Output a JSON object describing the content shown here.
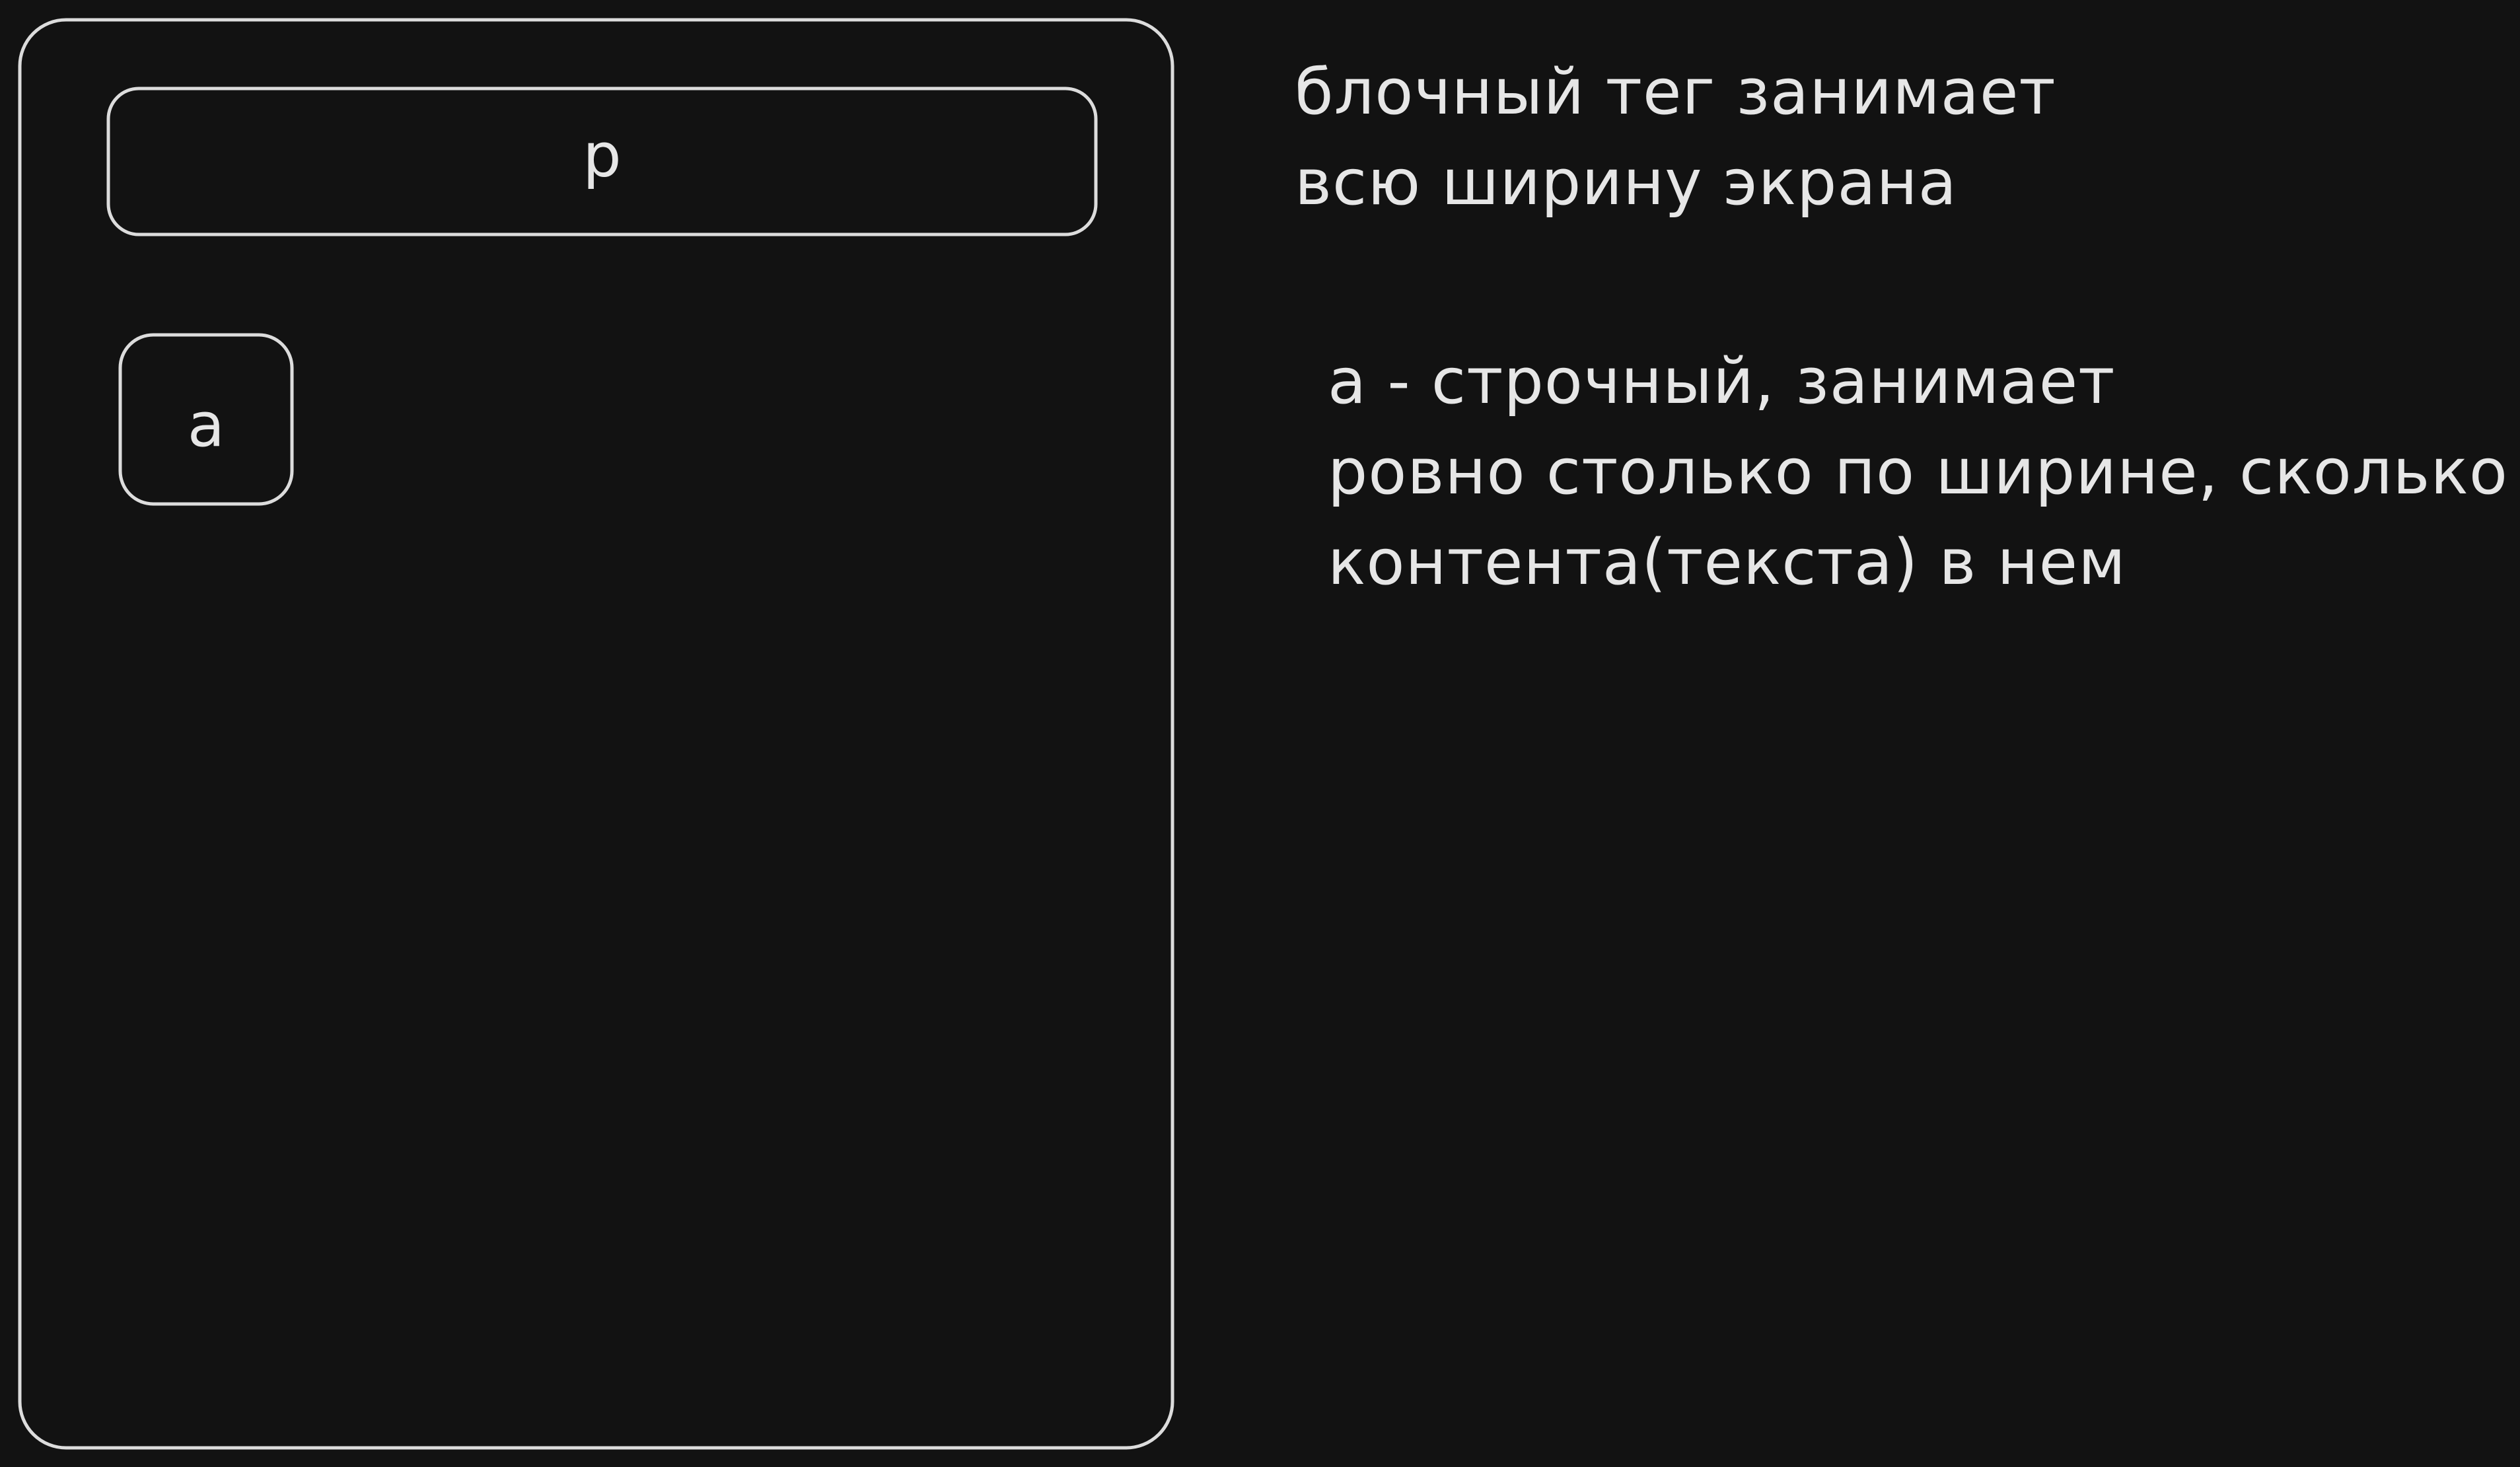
{
  "diagram": {
    "p_label": "p",
    "a_label": "a",
    "note_block": "блочный тег занимает\nвсю ширину экрана",
    "note_inline": "a - строчный, занимает\nровно столько по ширине, сколько\nконтента(текста) в нем"
  },
  "colors": {
    "background": "#121212",
    "stroke": "#dcdcdc",
    "text": "#e6e6e6"
  }
}
